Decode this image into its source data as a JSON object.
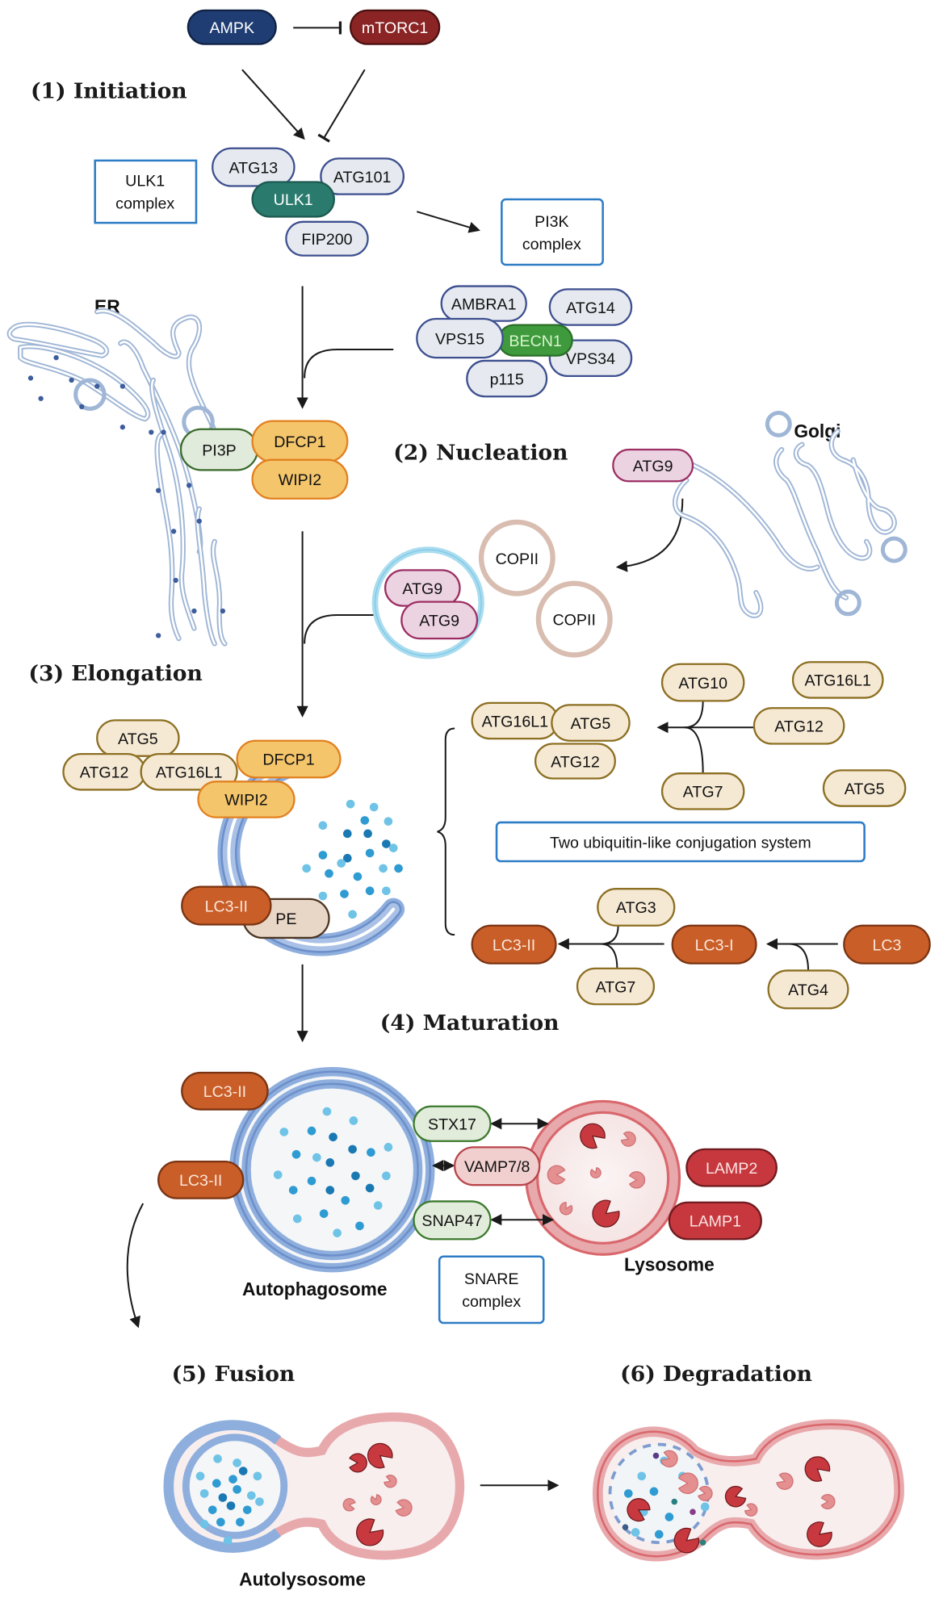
{
  "figure": {
    "title": "Autophagy process stages",
    "stages": {
      "initiation": "(1) Initiation",
      "nucleation": "(2) Nucleation",
      "elongation": "(3) Elongation",
      "maturation": "(4) Maturation",
      "fusion": "(5) Fusion",
      "degradation": "(6) Degradation"
    },
    "organelles": {
      "er": "ER",
      "golgi": "Golgi",
      "autophagosome": "Autophagosome",
      "lysosome": "Lysosome",
      "autolysosome": "Autolysosome"
    },
    "boxes": {
      "ulk1_complex": [
        "ULK1",
        "complex"
      ],
      "pi3k_complex": [
        "PI3K",
        "complex"
      ],
      "conjugation": "Two ubiquitin-like conjugation system",
      "snare_complex": [
        "SNARE",
        "complex"
      ]
    },
    "proteins": {
      "ampk": "AMPK",
      "mtorc1": "mTORC1",
      "atg13": "ATG13",
      "atg101": "ATG101",
      "ulk1": "ULK1",
      "fip200": "FIP200",
      "ambra1": "AMBRA1",
      "atg14": "ATG14",
      "vps15": "VPS15",
      "becn1": "BECN1",
      "vps34": "VPS34",
      "p115": "p115",
      "pi3p": "PI3P",
      "dfcp1": "DFCP1",
      "wipi2": "WIPI2",
      "atg9": "ATG9",
      "copii": "COPII",
      "atg5": "ATG5",
      "atg12": "ATG12",
      "atg16l1": "ATG16L1",
      "atg10": "ATG10",
      "atg7": "ATG7",
      "atg3": "ATG3",
      "atg4": "ATG4",
      "lc3": "LC3",
      "lc3_i": "LC3-I",
      "lc3_ii": "LC3-II",
      "pe": "PE",
      "stx17": "STX17",
      "vamp78": "VAMP7/8",
      "snap47": "SNAP47",
      "lamp1": "LAMP1",
      "lamp2": "LAMP2"
    },
    "relations": [
      {
        "from": "AMPK",
        "to": "mTORC1",
        "type": "inhibits"
      },
      {
        "from": "AMPK",
        "to": "ULK1 complex",
        "type": "activates"
      },
      {
        "from": "mTORC1",
        "to": "ULK1 complex",
        "type": "inhibits"
      },
      {
        "from": "ULK1 complex",
        "to": "PI3K complex",
        "type": "activates"
      },
      {
        "from": "ATG12 + ATG5 + ATG16L1",
        "to": "ATG16L1-ATG5-ATG12",
        "via": [
          "ATG10",
          "ATG7"
        ]
      },
      {
        "from": "LC3",
        "to": "LC3-I",
        "via": [
          "ATG4"
        ]
      },
      {
        "from": "LC3-I",
        "to": "LC3-II",
        "via": [
          "ATG3",
          "ATG7"
        ]
      },
      {
        "from": "Autophagosome",
        "to": "Autolysosome",
        "type": "fusion"
      },
      {
        "from": "Autolysosome",
        "to": "Degradation",
        "type": "progression"
      }
    ],
    "colors": {
      "navy": "#1f3d72",
      "mtor_red": "#8b2525",
      "teal": "#2a7a6e",
      "light_protein_fill": "#e6eaf0",
      "light_protein_stroke": "#3d4f8f",
      "becn1_green": "#3e9a3c",
      "pi3p_fill": "#e1ebdb",
      "pi3p_stroke": "#3a6a2a",
      "wipi_fill": "#f4c56b",
      "wipi_stroke": "#e2801f",
      "atg9_fill": "#ecd3e2",
      "atg9_stroke": "#9c2e63",
      "atg_beige_fill": "#f6e9d4",
      "atg_beige_stroke": "#8c6f22",
      "lc3_orange": "#c95e28",
      "pe_fill": "#e8d6c6",
      "snare_green_fill": "#e2ecdb",
      "snare_green_stroke": "#3c7a2e",
      "vamp_fill": "#f1cfcf",
      "vamp_stroke": "#b8464b",
      "lamp_red": "#c6383e",
      "box_blue": "#2d7cc6",
      "membrane_blue": "#8eaedd",
      "membrane_red": "#d9676c"
    }
  }
}
